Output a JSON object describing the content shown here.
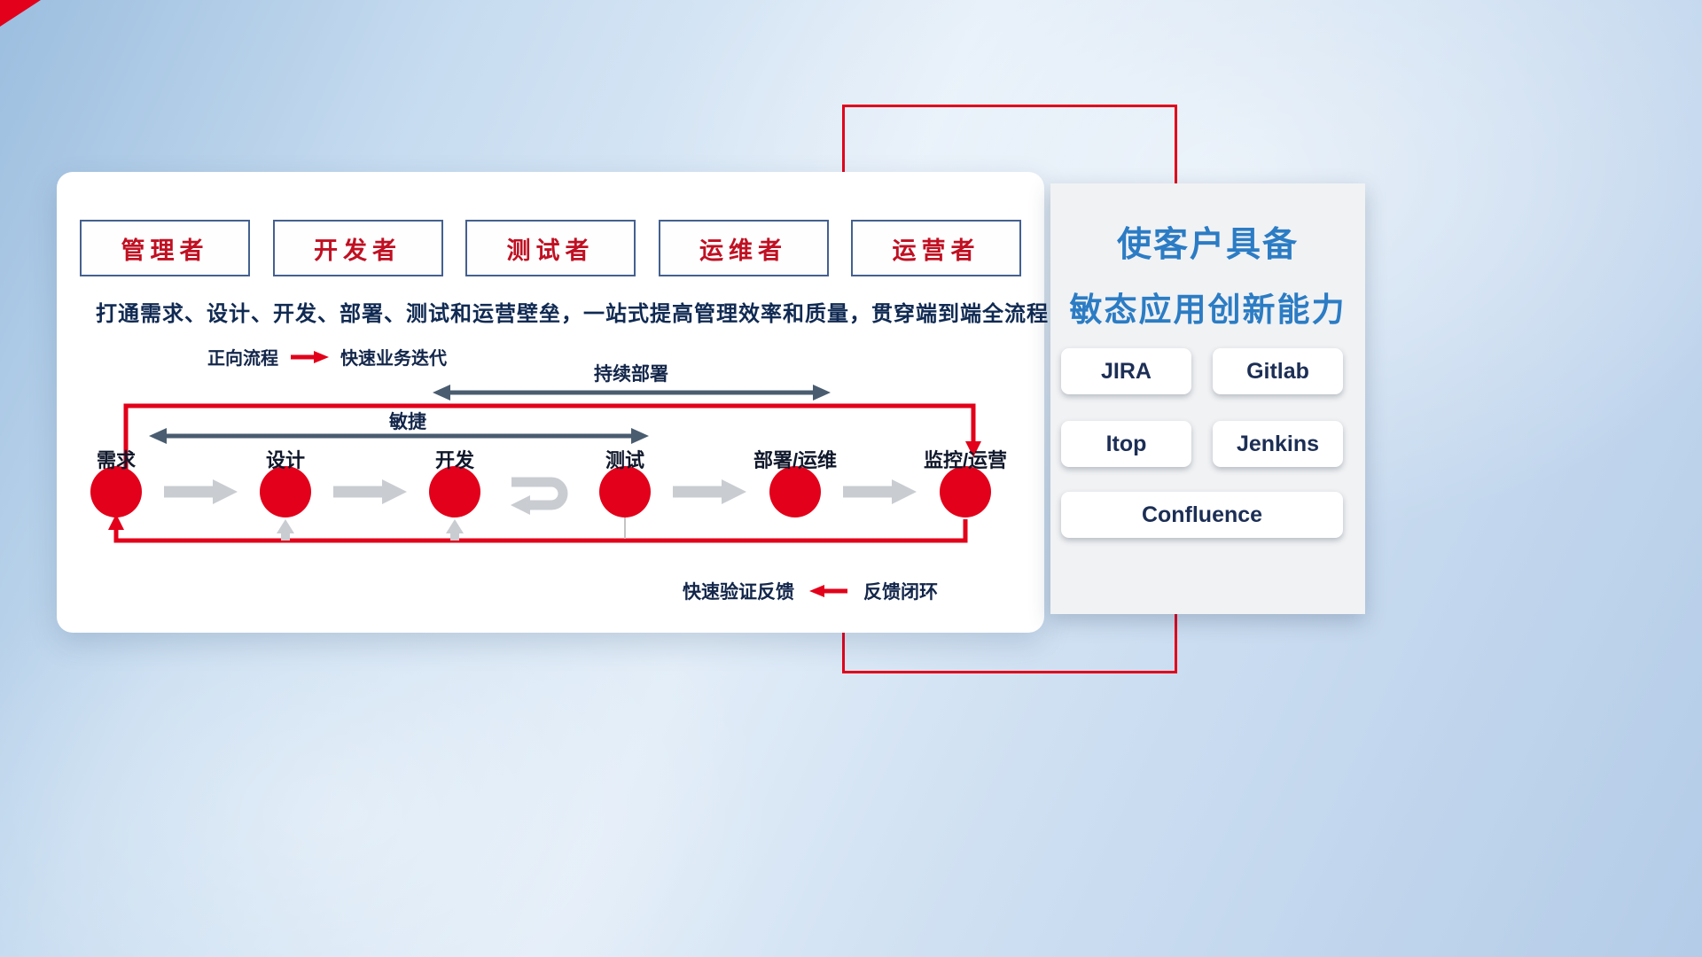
{
  "roles": [
    "管理者",
    "开发者",
    "测试者",
    "运维者",
    "运营者"
  ],
  "subtitle": "打通需求、设计、开发、部署、测试和运营壁垒，一站式提高管理效率和质量，贯穿端到端全流程",
  "legend_forward": {
    "label": "正向流程",
    "desc": "快速业务迭代"
  },
  "flow": {
    "cd_label": "持续部署",
    "agile_label": "敏捷",
    "stages": [
      "需求",
      "设计",
      "开发",
      "测试",
      "部署/运维",
      "监控/运营"
    ]
  },
  "legend_feedback": {
    "desc": "快速验证反馈",
    "label": "反馈闭环"
  },
  "right_panel": {
    "title_line1": "使客户具备",
    "title_line2": "敏态应用创新能力",
    "tools": [
      "JIRA",
      "Gitlab",
      "Itop",
      "Jenkins",
      "Confluence"
    ]
  },
  "colors": {
    "accent_red": "#e2001a",
    "navy_text": "#13264a",
    "panel_blue": "#2b7cc4",
    "slate_arrow": "#4a5c70",
    "gray_arrow": "#c9ccd1"
  }
}
